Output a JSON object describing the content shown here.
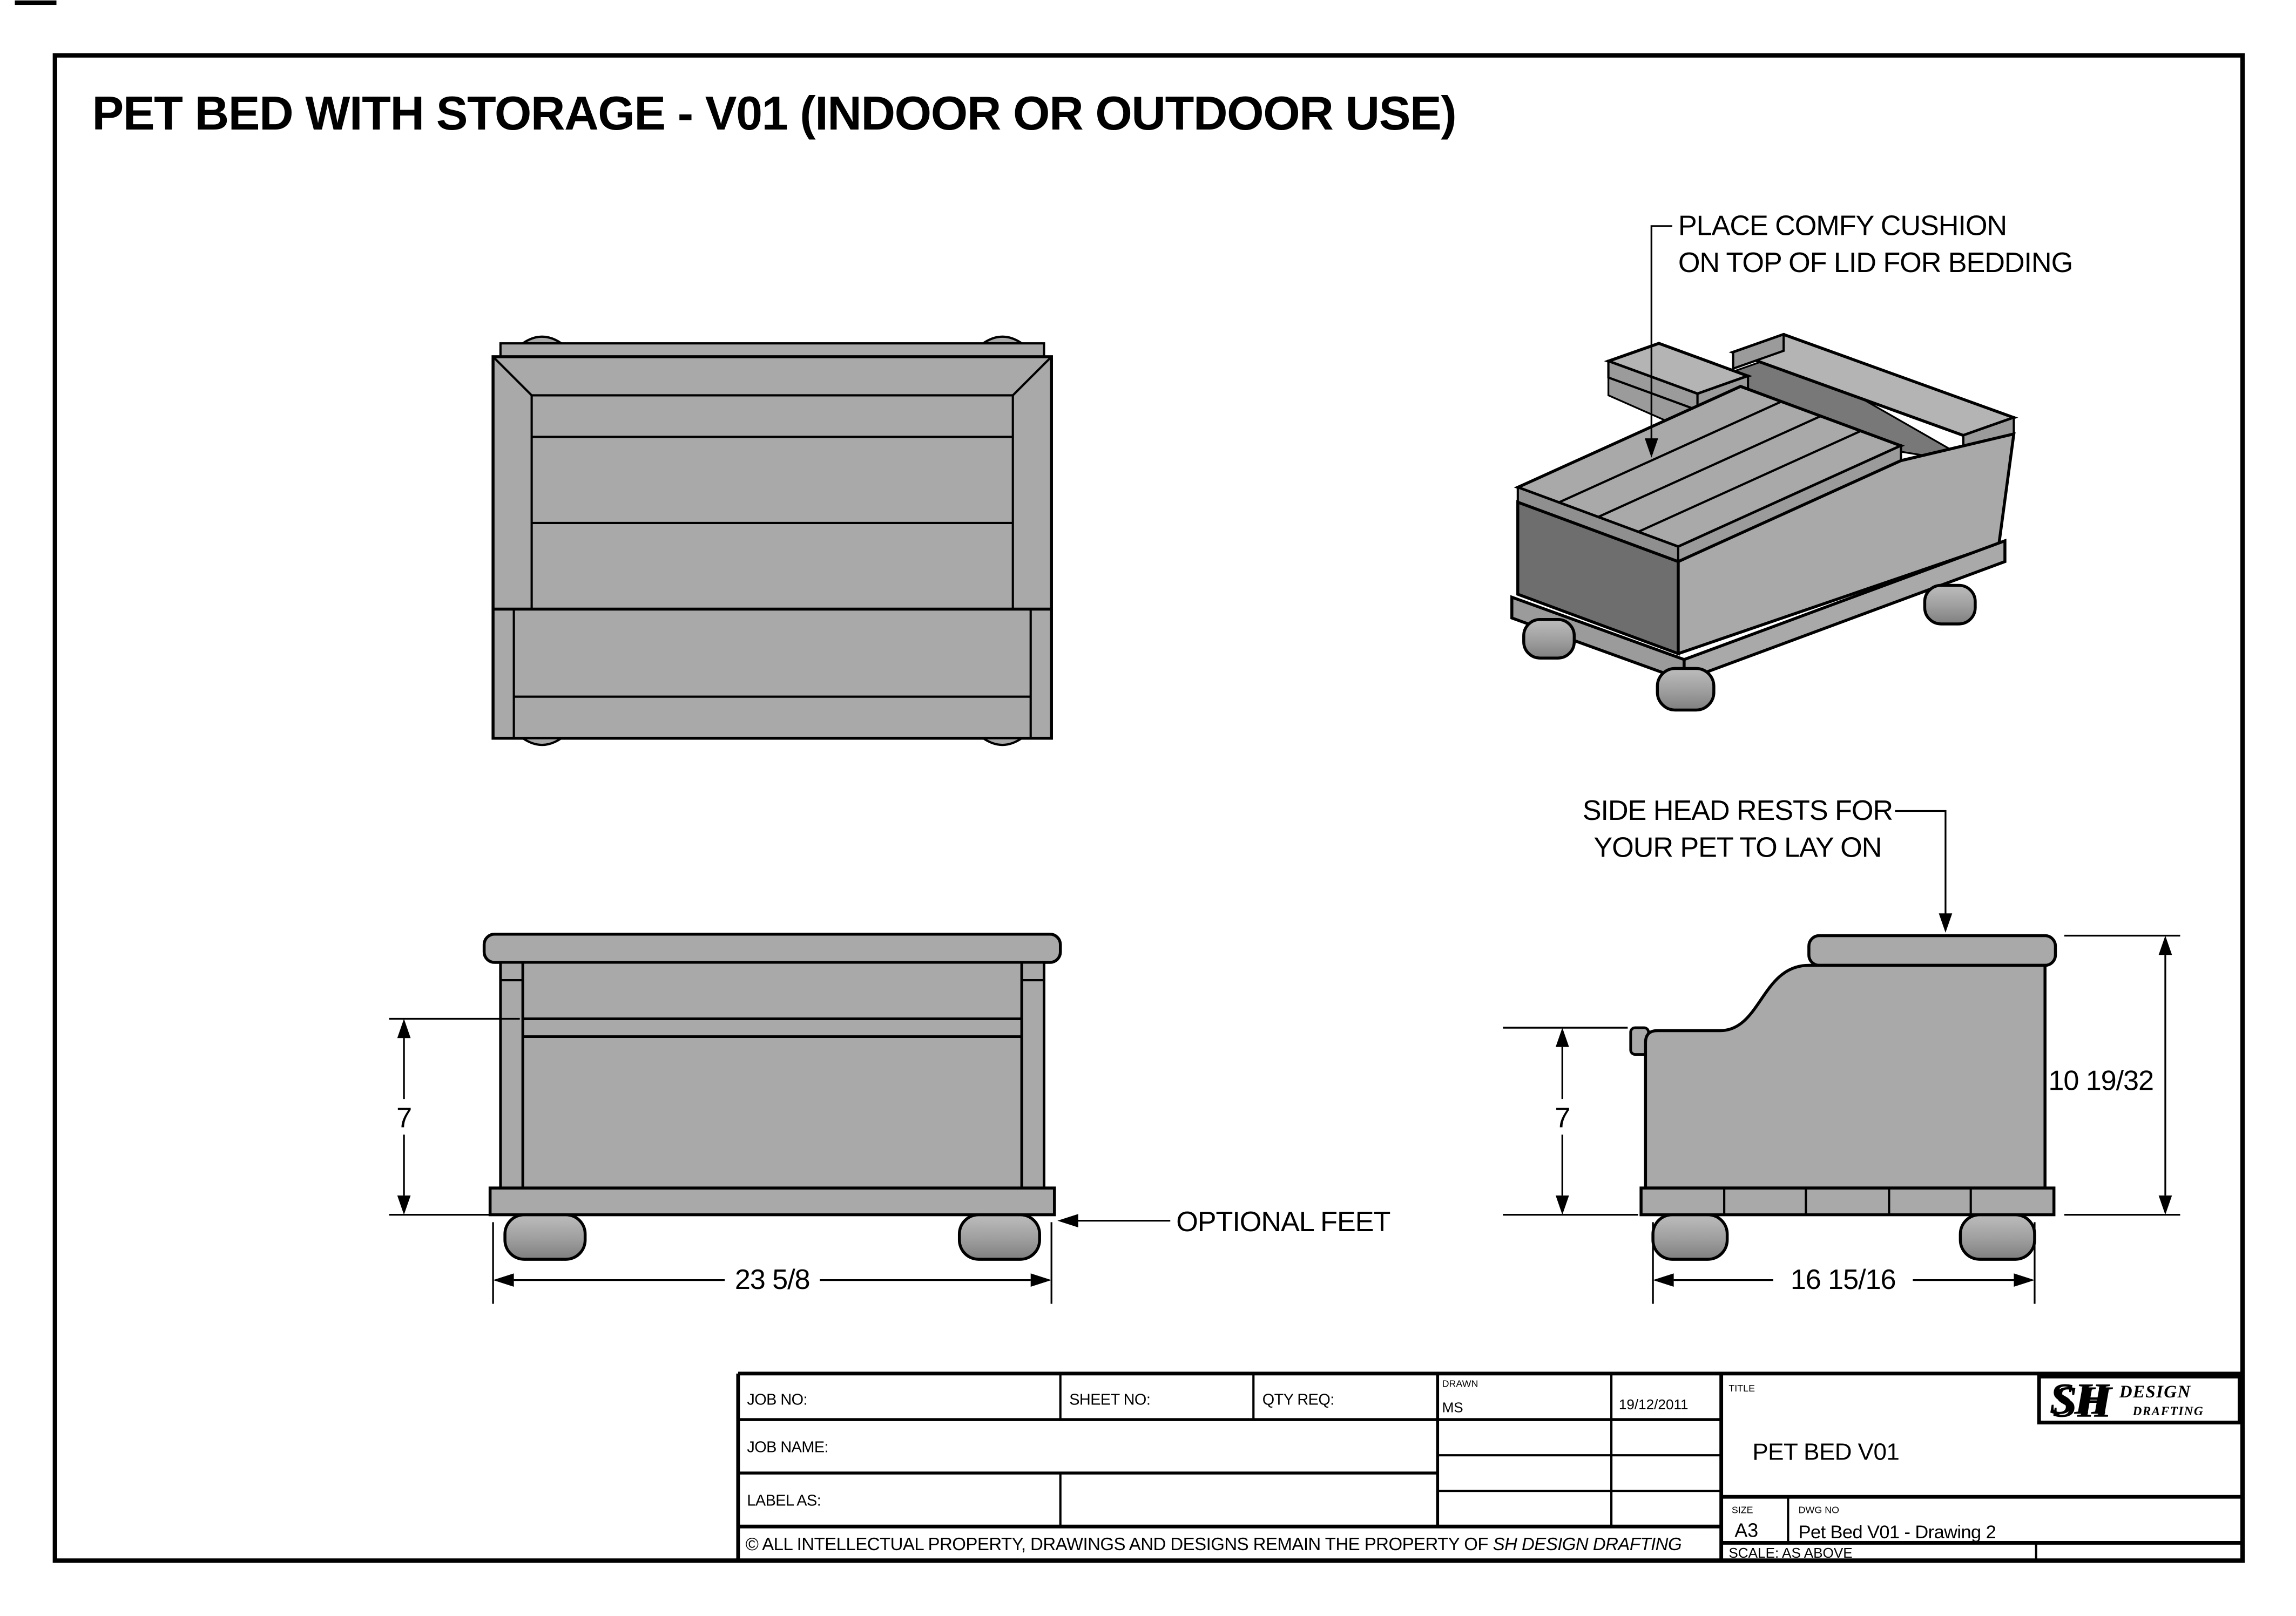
{
  "sheet": {
    "title": "PET BED WITH STORAGE - V01 (INDOOR OR OUTDOOR USE)"
  },
  "annotations": {
    "cushion_line1": "PLACE COMFY CUSHION",
    "cushion_line2": "ON TOP OF LID FOR BEDDING",
    "headrest_line1": "SIDE HEAD RESTS FOR",
    "headrest_line2": "YOUR PET TO LAY ON",
    "optional_feet": "OPTIONAL FEET"
  },
  "dimensions": {
    "front_height": "7",
    "front_width": "23 5/8",
    "side_height": "7",
    "side_total_height": "10 19/32",
    "side_width": "16 15/16"
  },
  "title_block": {
    "job_no_label": "JOB NO:",
    "sheet_no_label": "SHEET NO:",
    "qty_req_label": "QTY REQ:",
    "drawn_label": "DRAWN",
    "drawn_value": "MS",
    "date_value": "19/12/2011",
    "job_name_label": "JOB NAME:",
    "label_as_label": "LABEL AS:",
    "title_label": "TITLE",
    "title_value": "PET BED V01",
    "size_label": "SIZE",
    "size_value": "A3",
    "dwg_no_label": "DWG NO",
    "dwg_no_value": "Pet Bed V01 - Drawing 2",
    "scale_label": "SCALE: AS ABOVE",
    "copyright_text": "© ALL INTELLECTUAL PROPERTY, DRAWINGS AND DESIGNS REMAIN THE PROPERTY OF ",
    "copyright_company": "SH DESIGN DRAFTING",
    "logo_sh": "SH",
    "logo_design": "DESIGN",
    "logo_drafting": "DRAFTING"
  },
  "colors": {
    "c-bg": "#ffffff",
    "c-line": "#000000",
    "c-main": "#a9a9a9",
    "c-light": "#b4b4b4",
    "c-mid": "#9b9b9b",
    "c-dark": "#6e6e6e",
    "c-interior": "#787878",
    "c-lip": "#8f8f8f"
  }
}
